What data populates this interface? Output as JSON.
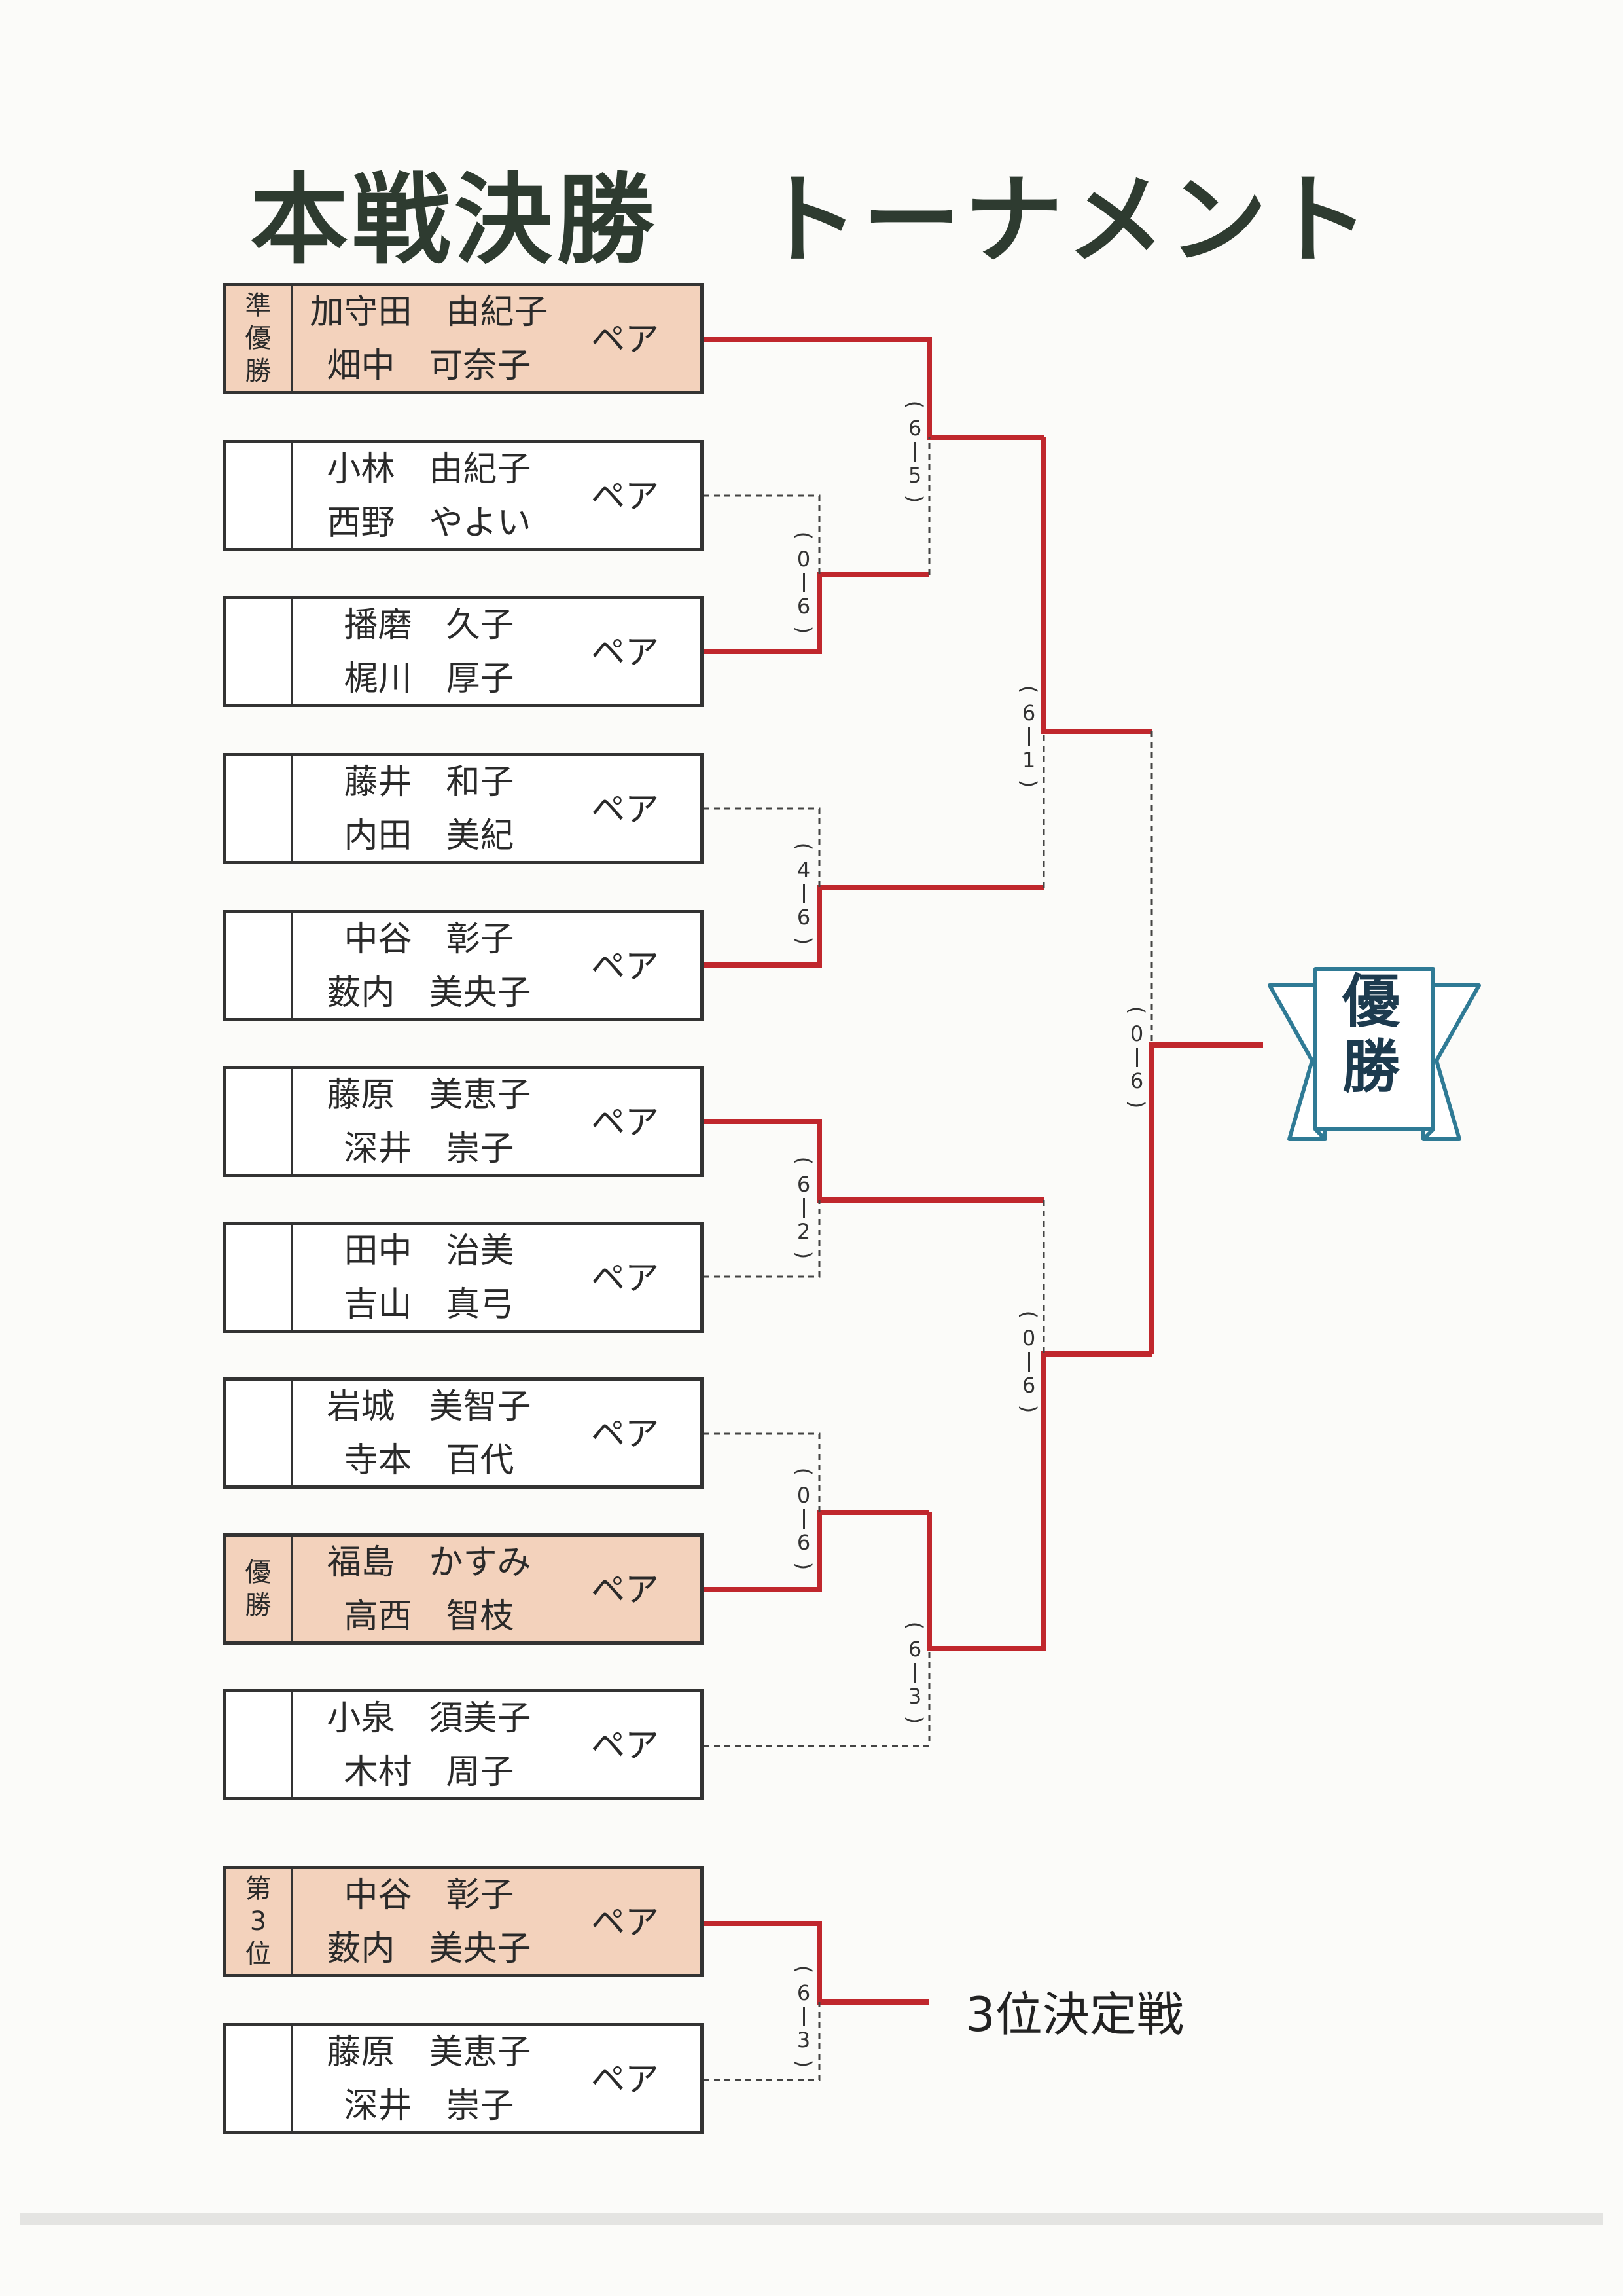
{
  "title": "本戦決勝　トーナメント",
  "pair_label": "ペア",
  "teams": [
    {
      "label": [
        "準",
        "優",
        "勝"
      ],
      "name1": "加守田　由紀子",
      "name2": "畑中　可奈子",
      "highlight": true
    },
    {
      "label": [],
      "name1": "小林　由紀子",
      "name2": "西野　やよい",
      "highlight": false
    },
    {
      "label": [],
      "name1": "播磨　久子",
      "name2": "梶川　厚子",
      "highlight": false
    },
    {
      "label": [],
      "name1": "藤井　和子",
      "name2": "内田　美紀",
      "highlight": false
    },
    {
      "label": [],
      "name1": "中谷　彰子",
      "name2": "薮内　美央子",
      "highlight": false
    },
    {
      "label": [],
      "name1": "藤原　美恵子",
      "name2": "深井　崇子",
      "highlight": false
    },
    {
      "label": [],
      "name1": "田中　治美",
      "name2": "吉山　真弓",
      "highlight": false
    },
    {
      "label": [],
      "name1": "岩城　美智子",
      "name2": "寺本　百代",
      "highlight": false
    },
    {
      "label": [
        "優",
        "勝"
      ],
      "name1": "福島　かすみ",
      "name2": "高西　智枝",
      "highlight": true
    },
    {
      "label": [],
      "name1": "小泉　須美子",
      "name2": "木村　周子",
      "highlight": false
    }
  ],
  "third_place": [
    {
      "label": [
        "第",
        "3",
        "位"
      ],
      "name1": "中谷　彰子",
      "name2": "薮内　美央子",
      "highlight": true
    },
    {
      "label": [],
      "name1": "藤原　美恵子",
      "name2": "深井　崇子",
      "highlight": false
    }
  ],
  "scores": [
    {
      "a": "6",
      "b": "5"
    },
    {
      "a": "0",
      "b": "6"
    },
    {
      "a": "6",
      "b": "1"
    },
    {
      "a": "4",
      "b": "6"
    },
    {
      "a": "0",
      "b": "6"
    },
    {
      "a": "6",
      "b": "2"
    },
    {
      "a": "0",
      "b": "6"
    },
    {
      "a": "0",
      "b": "6"
    },
    {
      "a": "6",
      "b": "3"
    },
    {
      "a": "6",
      "b": "3"
    }
  ],
  "third_place_label": "3位決定戦",
  "champion_banner": [
    "優",
    "勝"
  ],
  "colors": {
    "winner_line": "#c0272d",
    "loser_line": "#444444",
    "highlight_fill": "#f3d2bc",
    "banner": "#2f7a95"
  }
}
